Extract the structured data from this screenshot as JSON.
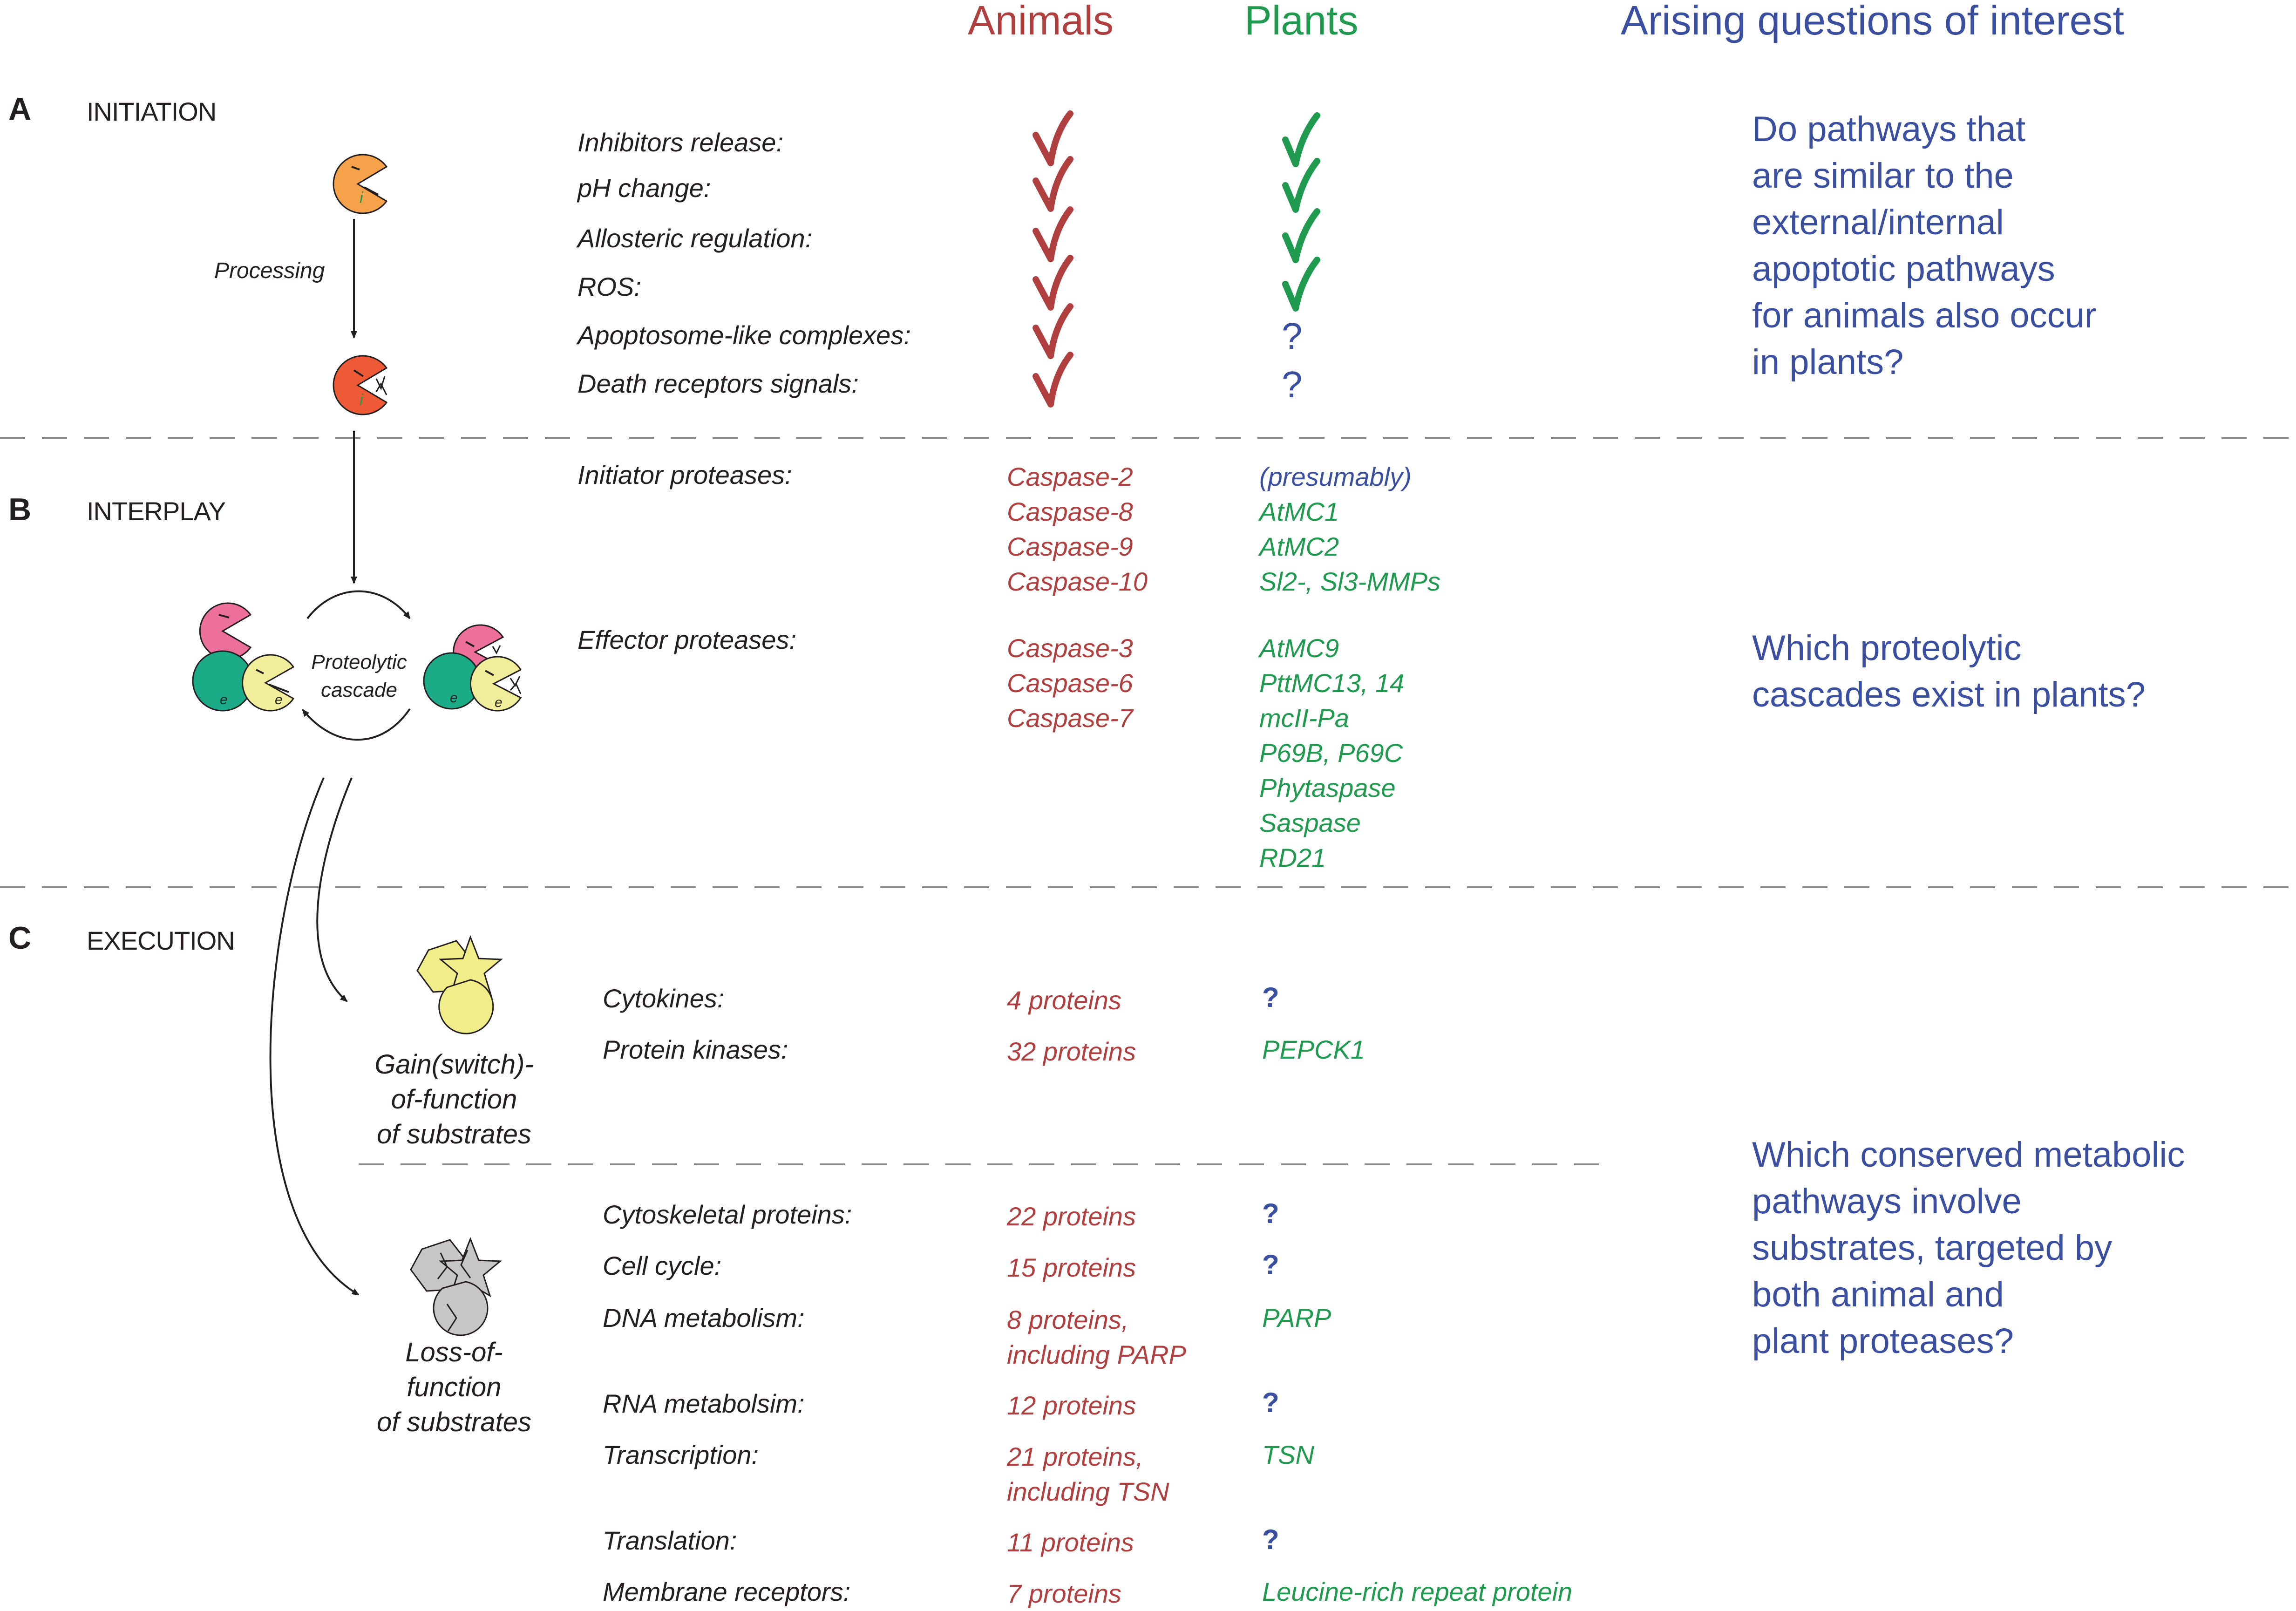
{
  "columns": {
    "animals": "Animals",
    "plants": "Plants",
    "questions": "Arising questions of interest"
  },
  "colors": {
    "animals": "#b0403f",
    "plants": "#1f9a4f",
    "questions": "#3b4fa0"
  },
  "sections": {
    "a": {
      "letter": "A",
      "title": "INITIATION",
      "processing_label": "Processing",
      "rows": [
        {
          "label": "Inhibitors release:",
          "animals": "check",
          "plants": "check"
        },
        {
          "label": "pH change:",
          "animals": "check",
          "plants": "check"
        },
        {
          "label": "Allosteric regulation:",
          "animals": "check",
          "plants": "check"
        },
        {
          "label": "ROS:",
          "animals": "check",
          "plants": "check"
        },
        {
          "label": "Apoptosome-like complexes:",
          "animals": "check",
          "plants": "?"
        },
        {
          "label": "Death receptors signals:",
          "animals": "check",
          "plants": "?"
        }
      ],
      "question": [
        "Do pathways that",
        "are similar to the",
        "external/internal",
        "apoptotic pathways",
        "for animals also occur",
        "in plants?"
      ]
    },
    "b": {
      "letter": "B",
      "title": "INTERPLAY",
      "cascade_label": [
        "Proteolytic",
        "cascade"
      ],
      "initiator_label": "Initiator proteases:",
      "initiator_animals": [
        "Caspase-2",
        "Caspase-8",
        "Caspase-9",
        "Caspase-10"
      ],
      "initiator_plants_note": "(presumably)",
      "initiator_plants": [
        "AtMC1",
        "AtMC2",
        "Sl2-, Sl3-MMPs"
      ],
      "effector_label": "Effector proteases:",
      "effector_animals": [
        "Caspase-3",
        "Caspase-6",
        "Caspase-7"
      ],
      "effector_plants": [
        "AtMC9",
        "PttMC13, 14",
        "mcII-Pa",
        "P69B, P69C",
        "Phytaspase",
        "Saspase",
        "RD21"
      ],
      "question": [
        "Which proteolytic",
        "cascades exist in plants?"
      ]
    },
    "c": {
      "letter": "C",
      "title": "EXECUTION",
      "gain_label": [
        "Gain(switch)-",
        "of-function",
        "of substrates"
      ],
      "loss_label": [
        "Loss-of-",
        "function",
        "of substrates"
      ],
      "gain_rows": [
        {
          "label": "Cytokines:",
          "animals": [
            "4 proteins"
          ],
          "plants": "?"
        },
        {
          "label": "Protein kinases:",
          "animals": [
            "32 proteins"
          ],
          "plants": "PEPCK1"
        }
      ],
      "loss_rows": [
        {
          "label": "Cytoskeletal proteins:",
          "animals": [
            "22 proteins"
          ],
          "plants": "?"
        },
        {
          "label": "Cell cycle:",
          "animals": [
            "15 proteins"
          ],
          "plants": "?"
        },
        {
          "label": "DNA metabolism:",
          "animals": [
            "8 proteins,",
            "including PARP"
          ],
          "plants": "PARP"
        },
        {
          "label": "RNA metabolsim:",
          "animals": [
            "12 proteins"
          ],
          "plants": "?"
        },
        {
          "label": "Transcription:",
          "animals": [
            "21 proteins,",
            "including TSN"
          ],
          "plants": "TSN"
        },
        {
          "label": "Translation:",
          "animals": [
            "11 proteins"
          ],
          "plants": "?"
        },
        {
          "label": "Membrane receptors:",
          "animals": [
            "7 proteins"
          ],
          "plants": "Leucine-rich repeat protein"
        }
      ],
      "question": [
        "Which conserved metabolic",
        "pathways involve",
        "substrates, targeted by",
        "both animal and",
        "plant proteases?"
      ]
    }
  },
  "glyphs": {
    "initiator_mark": "i",
    "effector_mark": "e"
  }
}
